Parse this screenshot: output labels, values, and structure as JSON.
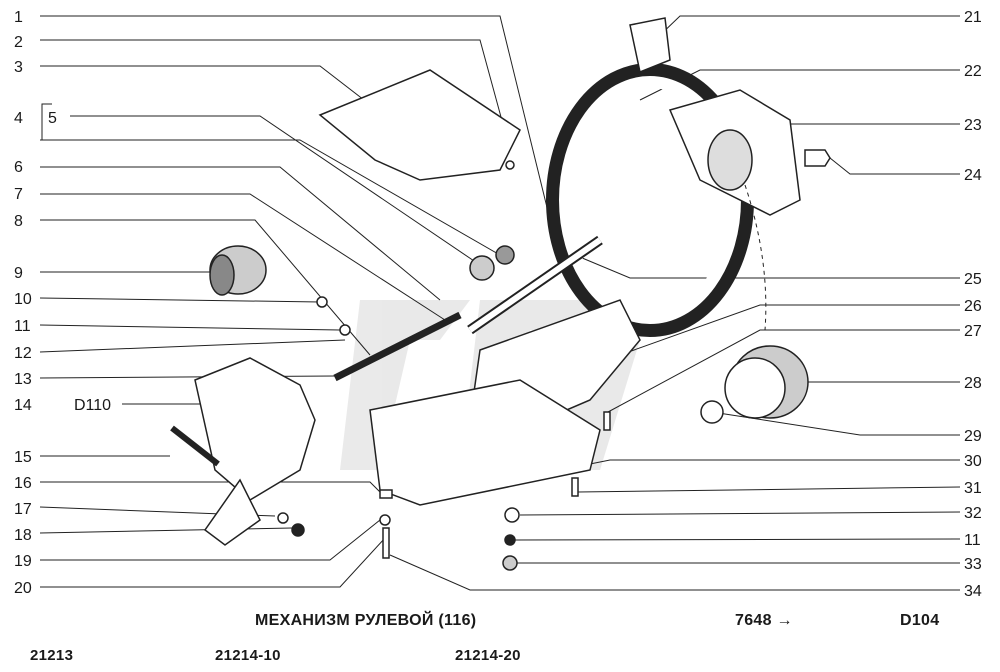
{
  "left_labels": [
    {
      "num": "1"
    },
    {
      "num": "2"
    },
    {
      "num": "3"
    },
    {
      "num": "4"
    },
    {
      "num": "5"
    },
    {
      "num": "6"
    },
    {
      "num": "7"
    },
    {
      "num": "8"
    },
    {
      "num": "9"
    },
    {
      "num": "10"
    },
    {
      "num": "11"
    },
    {
      "num": "12"
    },
    {
      "num": "13"
    },
    {
      "num": "14"
    },
    {
      "num": "15"
    },
    {
      "num": "16"
    },
    {
      "num": "17"
    },
    {
      "num": "18"
    },
    {
      "num": "19"
    },
    {
      "num": "20"
    }
  ],
  "right_labels": [
    {
      "num": "21"
    },
    {
      "num": "22"
    },
    {
      "num": "23"
    },
    {
      "num": "24"
    },
    {
      "num": "25"
    },
    {
      "num": "26"
    },
    {
      "num": "27"
    },
    {
      "num": "28"
    },
    {
      "num": "29"
    },
    {
      "num": "30"
    },
    {
      "num": "31"
    },
    {
      "num": "32"
    },
    {
      "num": "11"
    },
    {
      "num": "33"
    },
    {
      "num": "34"
    }
  ],
  "d110_label": "D110",
  "title": "МЕХАНИЗМ РУЛЕВОЙ (116)",
  "range": "7648 →",
  "code": "D104",
  "models": [
    "21213",
    "21214-10",
    "21214-20"
  ]
}
